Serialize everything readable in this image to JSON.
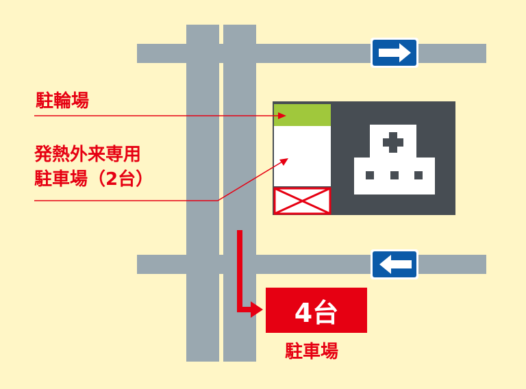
{
  "labels": {
    "bicycle_parking": "駐輪場",
    "fever_parking_line1": "発熱外来専用",
    "fever_parking_line2": "駐車場（2台）",
    "parking_count": "4台",
    "parking": "駐車場"
  },
  "icons": {
    "top_sign": "right-arrow-sign-icon",
    "bottom_sign": "left-arrow-sign-icon",
    "building": "hospital-building-icon",
    "cross": "medical-cross-icon"
  },
  "colors": {
    "background": "#FFF6C6",
    "road": "#9AA8B0",
    "accent_red": "#E60012",
    "sign_blue": "#0B5AA8",
    "building_dark": "#474D53",
    "bicycle_green": "#A0C83C"
  }
}
